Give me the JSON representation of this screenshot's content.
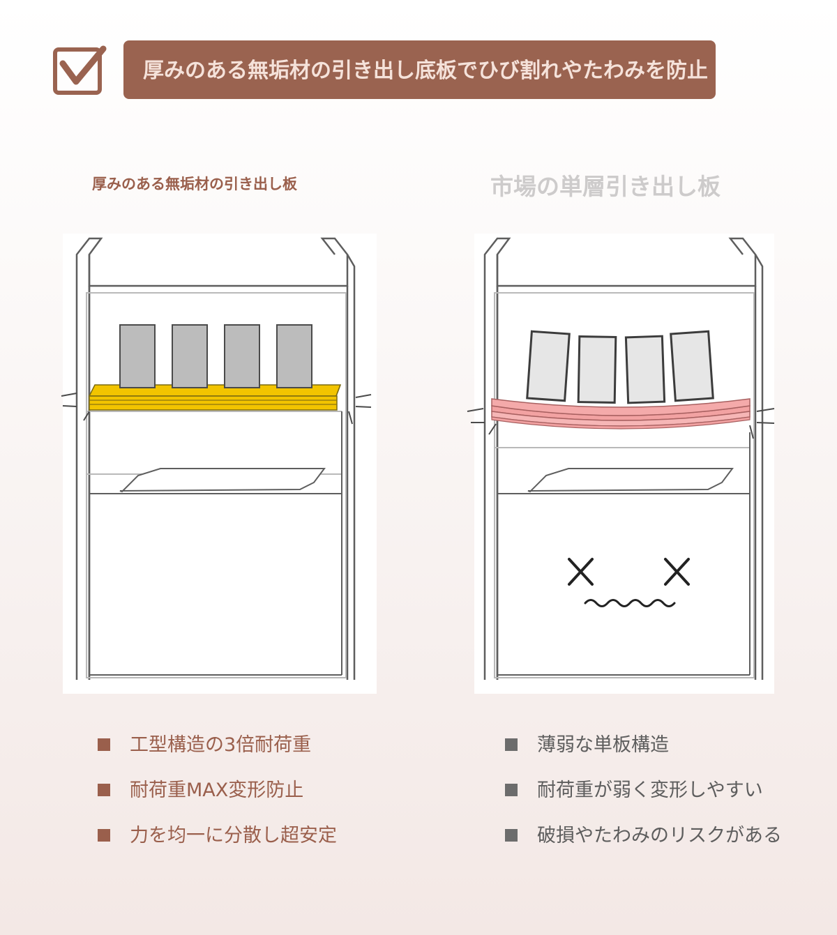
{
  "header": {
    "icon": "checkbox-check-icon",
    "banner_text": "厚みのある無垢材の引き出し底板でひび割れやたわみを防止"
  },
  "left": {
    "title": "厚みのある無垢材の引き出し板",
    "board_color": "#f2c400",
    "bullets": [
      "工型構造の3倍耐荷重",
      "耐荷重MAX変形防止",
      "力を均一に分散し超安定"
    ]
  },
  "right": {
    "title": "市場の単層引き出し板",
    "board_color": "#f3a6a6",
    "bullets": [
      "薄弱な単板構造",
      "耐荷重が弱く変形しやすい",
      "破損やたわみのリスクがある"
    ]
  },
  "colors": {
    "brand": "#9a6350",
    "accent_text": "#9a5f4c",
    "muted": "#6c6c6c"
  }
}
